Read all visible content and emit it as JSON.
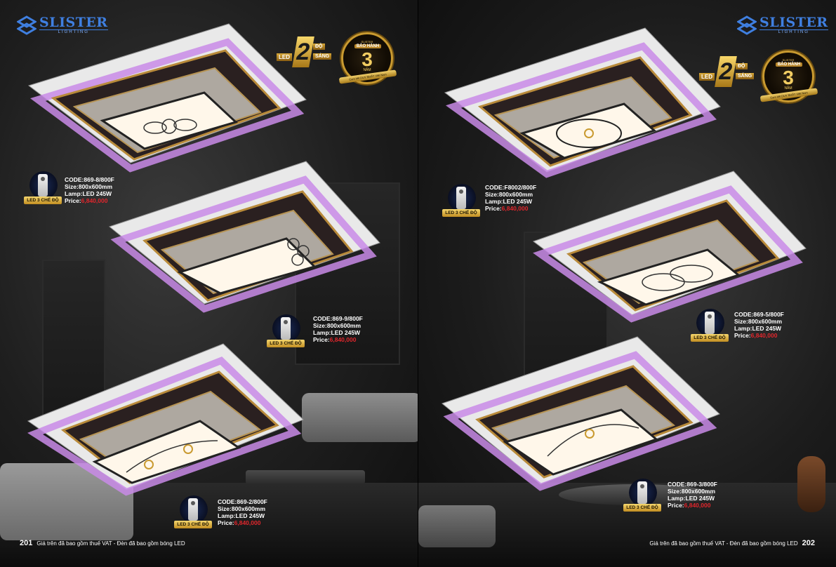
{
  "brand": {
    "name": "SLISTER",
    "sub": "LIGHTING"
  },
  "badges": {
    "led_prefix": "LED",
    "led_number": "2",
    "led_line1": "ĐỘ",
    "led_line2": "SÁNG",
    "warranty_brand": "SLISTER",
    "warranty_title": "BẢO HÀNH",
    "warranty_number": "3",
    "warranty_unit": "NĂM",
    "warranty_ribbon": "Cam kết DUY NHẤT Việt Nam"
  },
  "remote_label": "LED 3 CHẾ ĐỘ",
  "left_page": {
    "page_number": "201",
    "footer_text": "Giá trên đã bao gồm thuế VAT - Đèn đã bao gồm bóng LED",
    "products": [
      {
        "code": "CODE:869-8/800F",
        "size": "Size:800x600mm",
        "lamp": "Lamp:LED 245W",
        "price_label": "Price:",
        "price": "6,840,000"
      },
      {
        "code": "CODE:869-9/800F",
        "size": "Size:800x600mm",
        "lamp": "Lamp:LED 245W",
        "price_label": "Price:",
        "price": "6,840,000"
      },
      {
        "code": "CODE:869-2/800F",
        "size": "Size:800x600mm",
        "lamp": "Lamp:LED 245W",
        "price_label": "Price:",
        "price": "6,840,000"
      }
    ]
  },
  "right_page": {
    "page_number": "202",
    "footer_text": "Giá trên đã bao gồm thuế VAT - Đèn đã bao gồm bóng LED",
    "products": [
      {
        "code": "CODE:F8002/800F",
        "size": "Size:800x600mm",
        "lamp": "Lamp:LED 245W",
        "price_label": "Price:",
        "price": "6,840,000"
      },
      {
        "code": "CODE:869-5/800F",
        "size": "Size:800x600mm",
        "lamp": "Lamp:LED 245W",
        "price_label": "Price:",
        "price": "6,840,000"
      },
      {
        "code": "CODE:869-3/800F",
        "size": "Size:800x600mm",
        "lamp": "Lamp:LED 245W",
        "price_label": "Price:",
        "price": "6,840,000"
      }
    ]
  },
  "colors": {
    "brand_blue": "#3f7fe0",
    "price_red": "#e0262c",
    "gold": "#c99a30",
    "led_purple": "#c98be8"
  }
}
